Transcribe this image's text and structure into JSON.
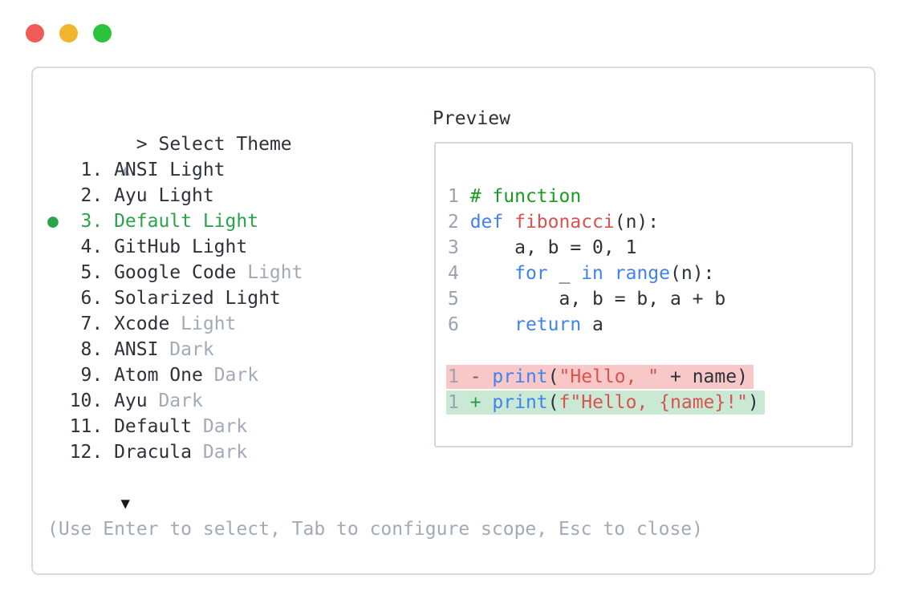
{
  "window": {
    "controls": [
      {
        "name": "close"
      },
      {
        "name": "minimize"
      },
      {
        "name": "maximize"
      }
    ]
  },
  "dialog": {
    "prompt": ">",
    "title": "Select Theme",
    "scroll_up_glyph": "▲",
    "scroll_down_glyph": "▼",
    "selected_marker": "●",
    "hint": "(Use Enter to select, Tab to configure scope, Esc to close)",
    "themes": [
      {
        "number": "1",
        "name": "ANSI Light",
        "suffix": "",
        "selected": false
      },
      {
        "number": "2",
        "name": "Ayu Light",
        "suffix": "",
        "selected": false
      },
      {
        "number": "3",
        "name": "Default Light",
        "suffix": "",
        "selected": true
      },
      {
        "number": "4",
        "name": "GitHub Light",
        "suffix": "",
        "selected": false
      },
      {
        "number": "5",
        "name": "Google Code",
        "suffix": "Light",
        "selected": false
      },
      {
        "number": "6",
        "name": "Solarized Light",
        "suffix": "",
        "selected": false
      },
      {
        "number": "7",
        "name": "Xcode",
        "suffix": "Light",
        "selected": false
      },
      {
        "number": "8",
        "name": "ANSI",
        "suffix": "Dark",
        "selected": false
      },
      {
        "number": "9",
        "name": "Atom One",
        "suffix": "Dark",
        "selected": false
      },
      {
        "number": "10",
        "name": "Ayu",
        "suffix": "Dark",
        "selected": false
      },
      {
        "number": "11",
        "name": "Default",
        "suffix": "Dark",
        "selected": false
      },
      {
        "number": "12",
        "name": "Dracula",
        "suffix": "Dark",
        "selected": false
      }
    ]
  },
  "preview": {
    "title": "Preview",
    "code_lines": [
      {
        "bg": null,
        "segments": [
          {
            "t": "1 ",
            "r": "ln"
          },
          {
            "t": "# function",
            "r": "com"
          }
        ]
      },
      {
        "bg": null,
        "segments": [
          {
            "t": "2 ",
            "r": "ln"
          },
          {
            "t": "def",
            "r": "kw"
          },
          {
            "t": " ",
            "r": "txt"
          },
          {
            "t": "fibonacci",
            "r": "fn"
          },
          {
            "t": "(n):",
            "r": "txt"
          }
        ]
      },
      {
        "bg": null,
        "segments": [
          {
            "t": "3 ",
            "r": "ln"
          },
          {
            "t": "    a, b = 0, 1",
            "r": "txt"
          }
        ]
      },
      {
        "bg": null,
        "segments": [
          {
            "t": "4 ",
            "r": "ln"
          },
          {
            "t": "    ",
            "r": "txt"
          },
          {
            "t": "for",
            "r": "kw"
          },
          {
            "t": " _ ",
            "r": "txt"
          },
          {
            "t": "in",
            "r": "kw"
          },
          {
            "t": " ",
            "r": "txt"
          },
          {
            "t": "range",
            "r": "kw"
          },
          {
            "t": "(n):",
            "r": "txt"
          }
        ]
      },
      {
        "bg": null,
        "segments": [
          {
            "t": "5 ",
            "r": "ln"
          },
          {
            "t": "        a, b = b, a + b",
            "r": "txt"
          }
        ]
      },
      {
        "bg": null,
        "segments": [
          {
            "t": "6 ",
            "r": "ln"
          },
          {
            "t": "    ",
            "r": "txt"
          },
          {
            "t": "return",
            "r": "kw"
          },
          {
            "t": " a",
            "r": "txt"
          }
        ]
      },
      {
        "bg": null,
        "segments": []
      },
      {
        "bg": "del",
        "segments": [
          {
            "t": "1 ",
            "r": "ln"
          },
          {
            "t": "-",
            "r": "del"
          },
          {
            "t": " ",
            "r": "txt"
          },
          {
            "t": "print",
            "r": "kw"
          },
          {
            "t": "(",
            "r": "txt"
          },
          {
            "t": "\"Hello, \"",
            "r": "str"
          },
          {
            "t": " + name)",
            "r": "txt"
          }
        ]
      },
      {
        "bg": "add",
        "segments": [
          {
            "t": "1 ",
            "r": "ln"
          },
          {
            "t": "+",
            "r": "add"
          },
          {
            "t": " ",
            "r": "txt"
          },
          {
            "t": "print",
            "r": "kw"
          },
          {
            "t": "(",
            "r": "txt"
          },
          {
            "t": "f\"Hello, {name}!\"",
            "r": "str"
          },
          {
            "t": ")",
            "r": "txt"
          }
        ]
      }
    ]
  },
  "colors": {
    "text-dark": "#2d3139",
    "text-gray": "#a2aab8",
    "linenum-gray": "#9aa2ae",
    "selected-green": "#2aa44a",
    "comment-green": "#1a9b1e",
    "keyword-blue": "#3f83f0",
    "name-red": "#d9534f",
    "del-minus": "#b5413a",
    "add-plus": "#279c43",
    "diff-del-bg": "#f8c7c7",
    "diff-add-bg": "#c9e9d4",
    "panel-border": "#d7dbe2",
    "box-border": "#d2d8e1",
    "traffic-red": "#f15b57",
    "traffic-yellow": "#f2b52f",
    "traffic-green": "#2bc33c",
    "scroll-up-gray": "#a9b2c2",
    "scroll-down-dark": "#16191e"
  }
}
